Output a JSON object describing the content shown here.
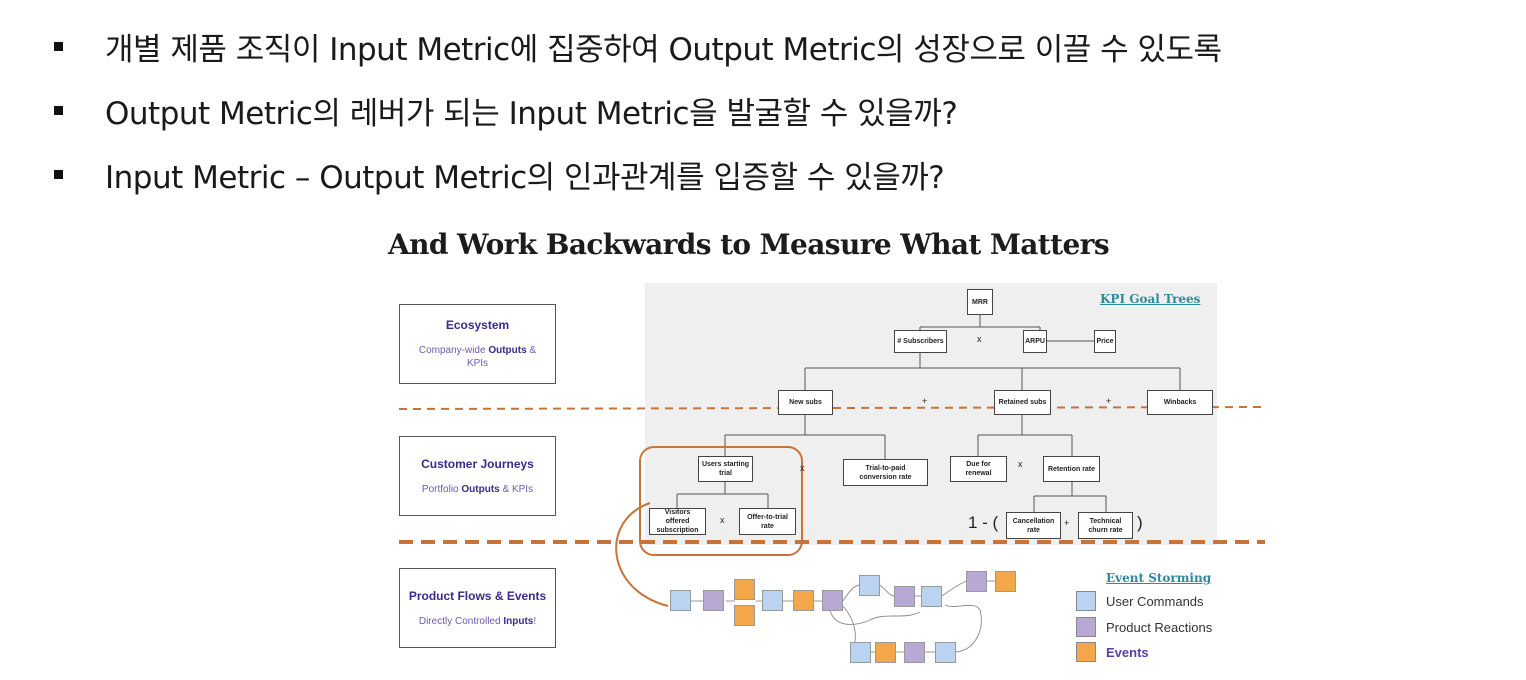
{
  "bullets": [
    "개별 제품 조직이 Input Metric에 집중하여 Output Metric의 성장으로 이끌 수 있도록",
    "Output Metric의 레버가 되는 Input Metric을 발굴할 수 있을까?",
    "Input Metric – Output Metric의 인과관계를 입증할 수 있을까?"
  ],
  "slide": {
    "title": "And Work Backwards to Measure What Matters",
    "levels": [
      {
        "heading": "Ecosystem",
        "sub_pre": "Company-wide ",
        "sub_bold": "Outputs",
        "sub_post": " & KPIs"
      },
      {
        "heading": "Customer Journeys",
        "sub_pre": "Portfolio ",
        "sub_bold": "Outputs",
        "sub_post": " & KPIs"
      },
      {
        "heading": "Product Flows & Events",
        "sub_pre": "Directly Controlled ",
        "sub_bold": "Inputs",
        "sub_post": "!"
      }
    ],
    "kpi_title": "KPI Goal Trees",
    "nodes": {
      "mrr": "MRR",
      "subscribers": "# Subscribers",
      "arpu": "ARPU",
      "price": "Price",
      "new_subs": "New subs",
      "retained_subs": "Retained subs",
      "winbacks": "Winbacks",
      "users_starting_trial": "Users starting trial",
      "trial_to_paid": "Trial-to-paid conversion rate",
      "due_for_renewal": "Due for renewal",
      "retention_rate": "Retention rate",
      "visitors_offered": "Visitors offered subscription",
      "offer_to_trial": "Offer-to-trial rate",
      "cancellation_rate": "Cancellation rate",
      "technical_churn": "Technical churn rate"
    },
    "operators": {
      "times1": "x",
      "plus1": "+",
      "plus2": "+",
      "times2": "x",
      "times3": "x",
      "times4": "x",
      "one_minus": "1 - (",
      "plus3": "+",
      "close": ")"
    },
    "event_storming": {
      "title": "Event Storming",
      "legend": [
        {
          "label": "User Commands",
          "color": "#b9d3f0"
        },
        {
          "label": "Product Reactions",
          "color": "#b7a9d4"
        },
        {
          "label": "Events",
          "color": "#f3a64a"
        }
      ]
    },
    "colors": {
      "accent_line": "#c8733a",
      "title_teal": "#2e8a9c",
      "heading_purple": "#3b2a8c"
    }
  }
}
